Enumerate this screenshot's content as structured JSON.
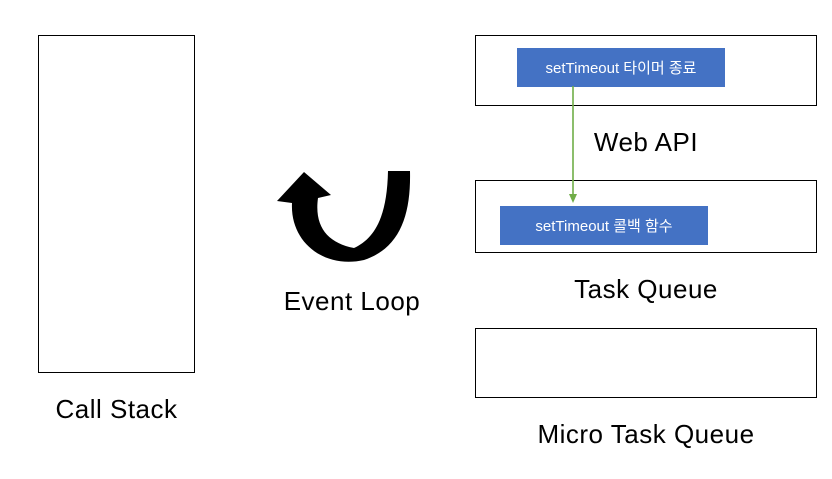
{
  "diagram": {
    "call_stack": {
      "label": "Call Stack"
    },
    "event_loop": {
      "label": "Event Loop"
    },
    "web_api": {
      "label": "Web API",
      "item": "setTimeout 타이머 종료"
    },
    "task_queue": {
      "label": "Task Queue",
      "item": "setTimeout 콜백 함수"
    },
    "micro_task_queue": {
      "label": "Micro Task Queue"
    },
    "colors": {
      "item_blue": "#4472C4",
      "arrow_green": "#70AD47",
      "loop_black": "#000000",
      "border_black": "#000000"
    }
  }
}
